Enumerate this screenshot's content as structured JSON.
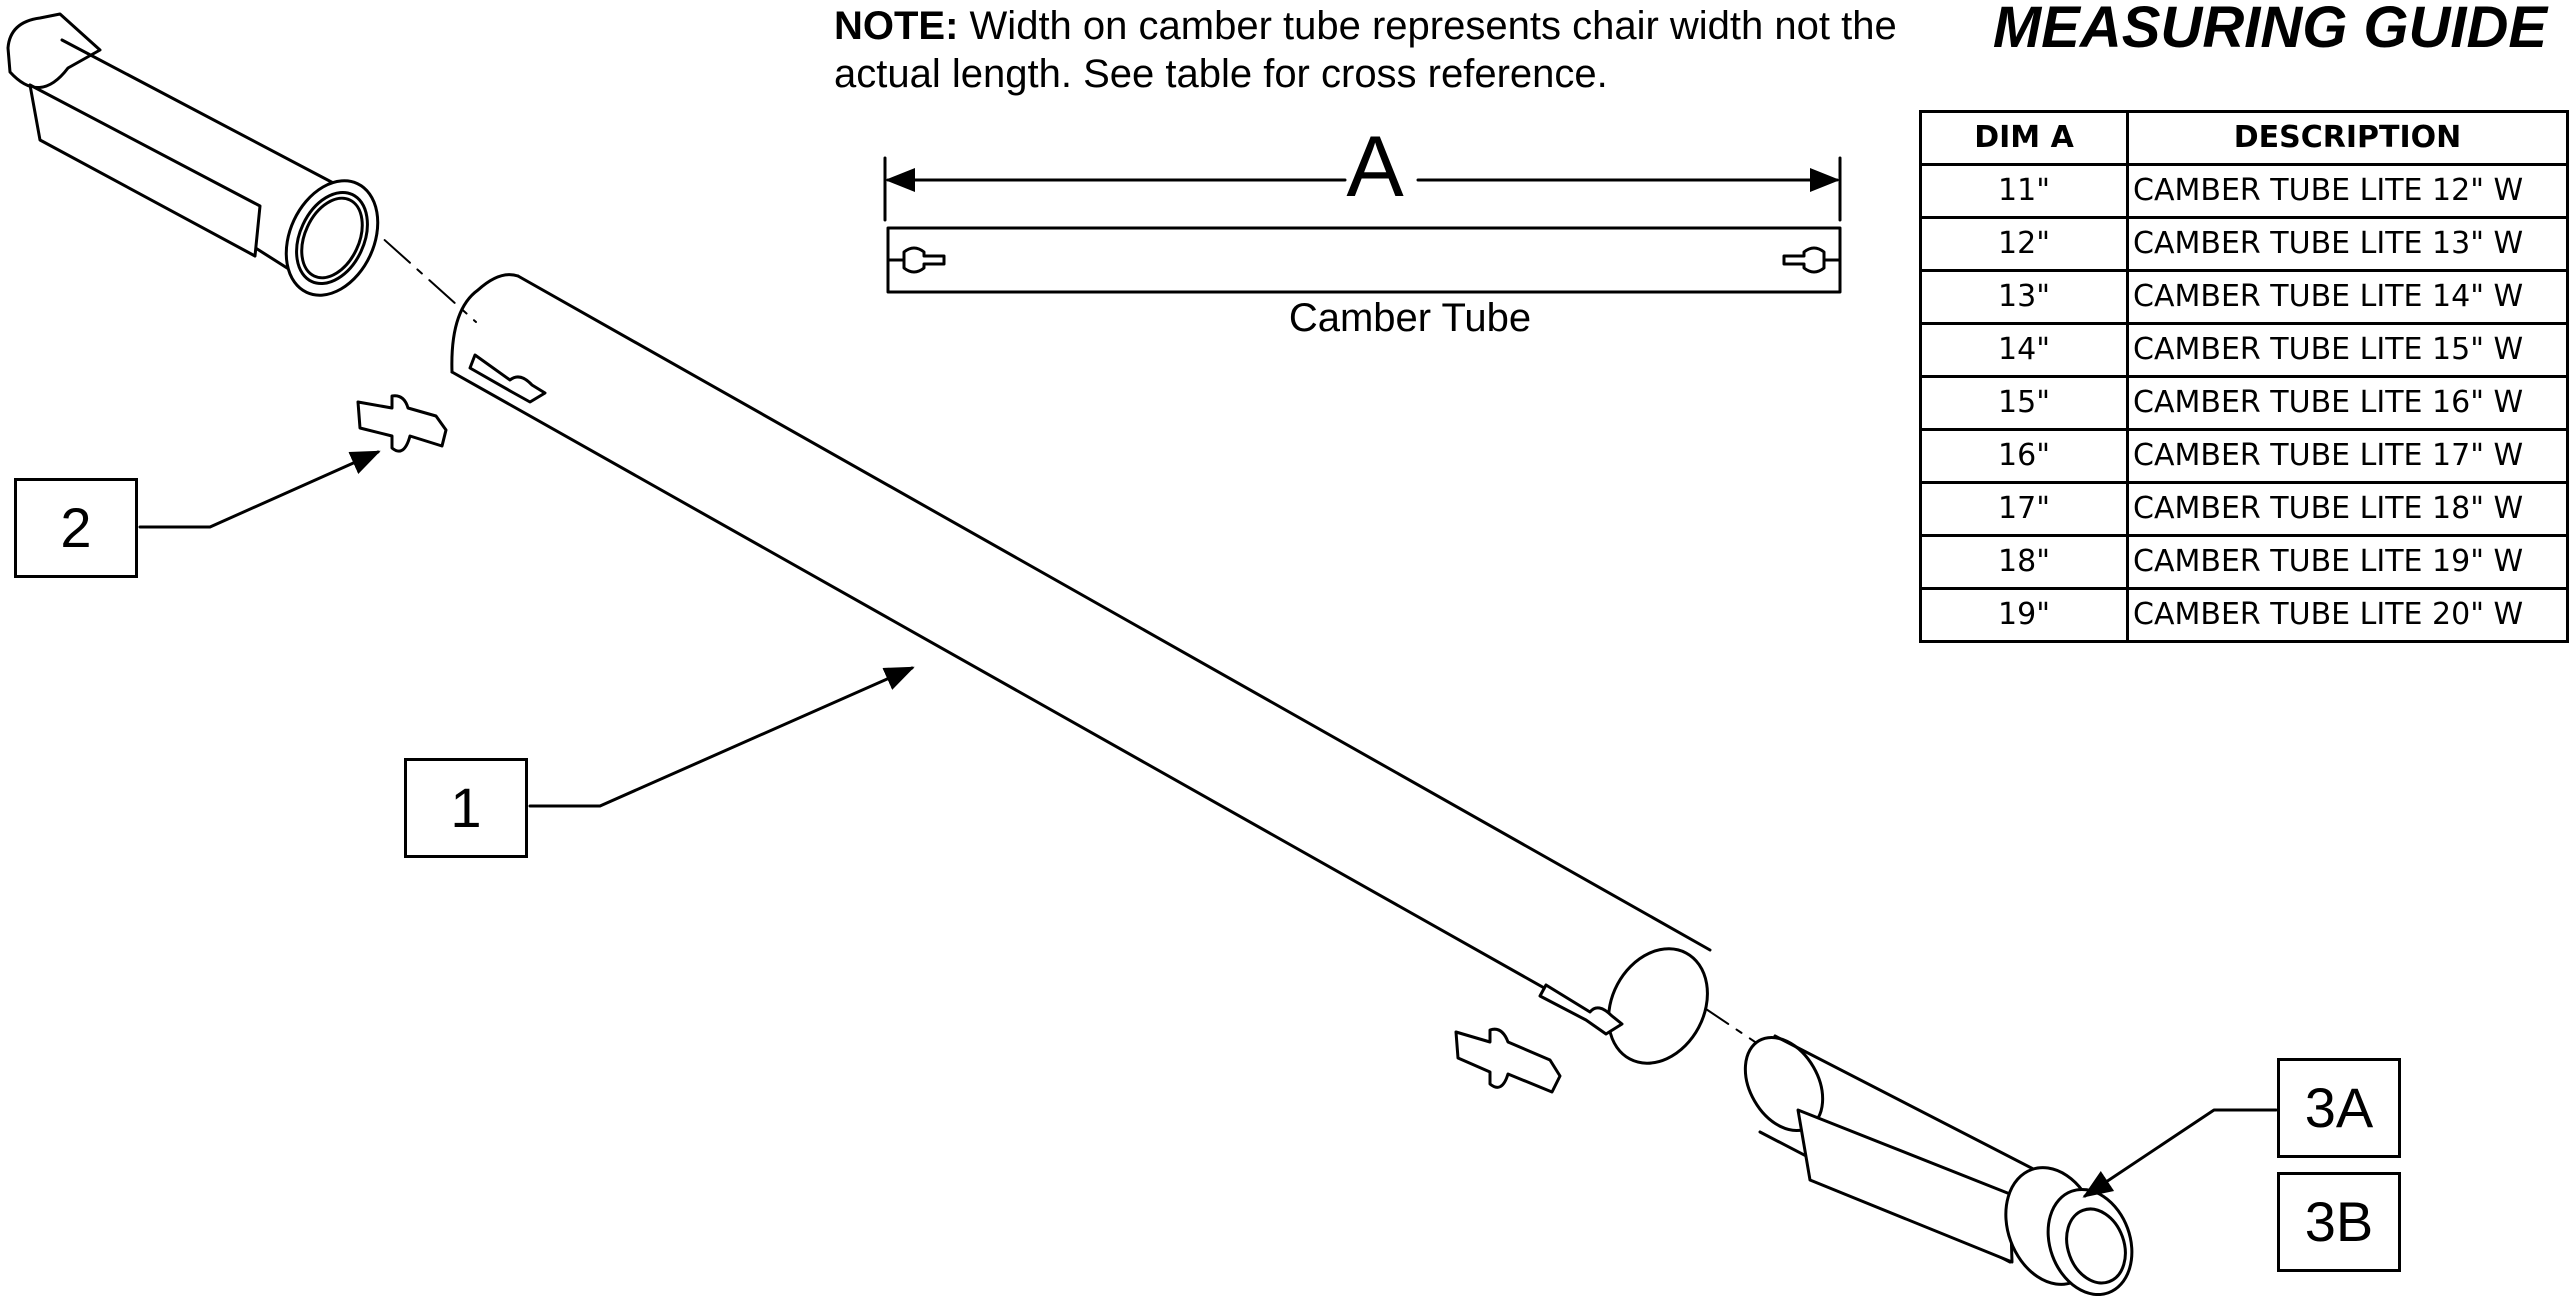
{
  "note": {
    "label": "NOTE:",
    "text": " Width on camber tube represents chair width not the actual length.  See table for cross reference."
  },
  "guide": {
    "title": "MEASURING GUIDE",
    "headers": [
      "DIM A",
      "DESCRIPTION"
    ],
    "rows": [
      [
        "11\"",
        "CAMBER TUBE LITE 12\" W"
      ],
      [
        "12\"",
        "CAMBER TUBE LITE 13\" W"
      ],
      [
        "13\"",
        "CAMBER TUBE LITE 14\" W"
      ],
      [
        "14\"",
        "CAMBER TUBE LITE 15\" W"
      ],
      [
        "15\"",
        "CAMBER TUBE LITE 16\" W"
      ],
      [
        "16\"",
        "CAMBER TUBE LITE 17\" W"
      ],
      [
        "17\"",
        "CAMBER TUBE LITE 18\" W"
      ],
      [
        "18\"",
        "CAMBER TUBE LITE 19\" W"
      ],
      [
        "19\"",
        "CAMBER TUBE LITE 20\" W"
      ]
    ]
  },
  "dimension": {
    "label": "A",
    "caption": "Camber Tube"
  },
  "callouts": {
    "item_1": "1",
    "item_2": "2",
    "item_3a": "3A",
    "item_3b": "3B"
  }
}
